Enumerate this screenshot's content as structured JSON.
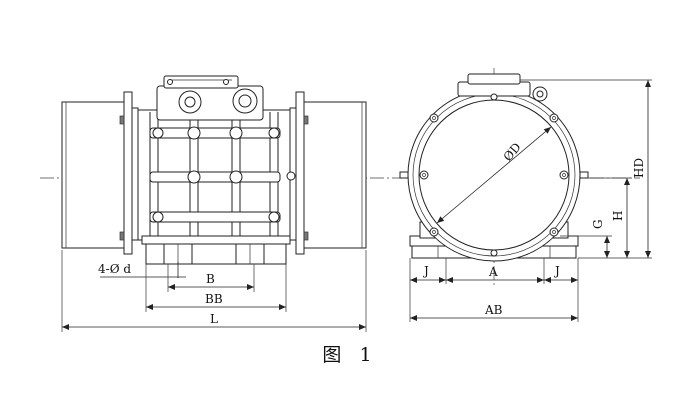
{
  "figure": {
    "caption": "图 1",
    "side_view_labels": {
      "hole": "4-Ø d",
      "b": "B",
      "bb": "BB",
      "l": "L"
    },
    "end_view_labels": {
      "od": "ØD",
      "j_left": "J",
      "a": "A",
      "j_right": "J",
      "ab": "AB",
      "g": "G",
      "h": "H",
      "hd": "HD"
    }
  }
}
